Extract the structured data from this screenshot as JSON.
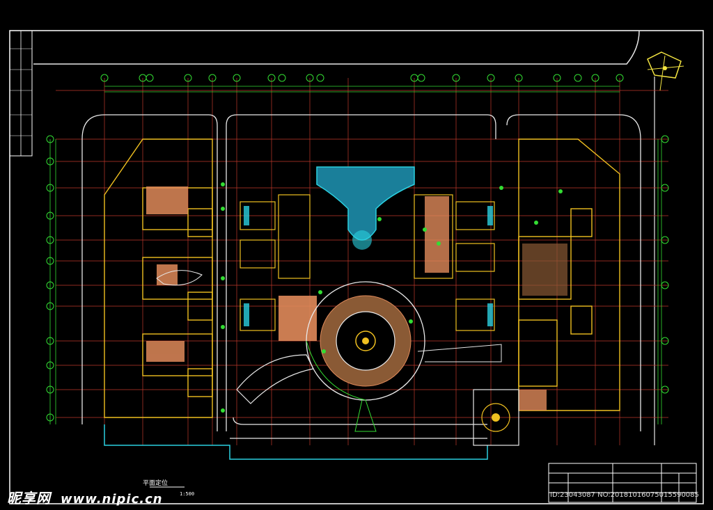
{
  "plan_title": "平面定位",
  "scale_note": "1:500",
  "watermark": {
    "brand": "昵享网",
    "url": "www.nipic.cn"
  },
  "image_id": "ID:23043087 NO:20181016075015590085",
  "colors": {
    "background": "#000000",
    "grid_red": "#c0392b",
    "grid_green": "#33dd33",
    "roads": "#e8e8e8",
    "building": "#f0c020",
    "paving": "#e08a5a",
    "water": "#2ad0e0",
    "north": "#f5e642"
  }
}
